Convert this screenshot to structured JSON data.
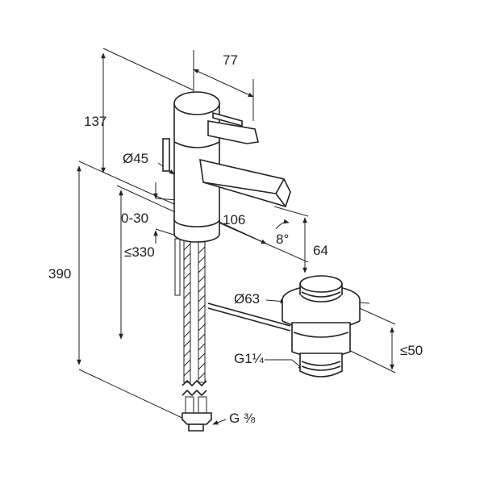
{
  "dimensions": {
    "height_top": "137",
    "spout_reach": "77",
    "body_diameter": "Ø45",
    "adjust_range": "0-30",
    "max_height": "≤330",
    "total_height": "390",
    "spout_length": "106",
    "spout_angle": "8°",
    "spout_height": "64",
    "waste_diameter": "Ø63",
    "waste_thread": "G1¼",
    "waste_length": "≤50",
    "supply_thread": "G ⅜"
  }
}
